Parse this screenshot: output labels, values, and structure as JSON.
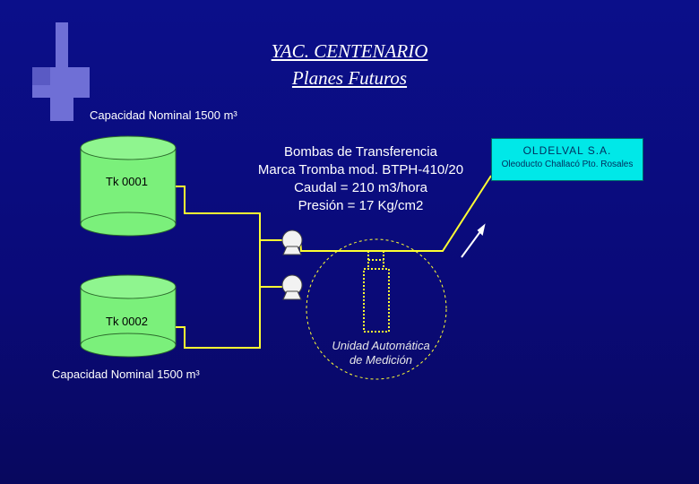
{
  "header": {
    "title_line1": "YAC. CENTENARIO",
    "title_line2": "Planes Futuros"
  },
  "tanks": [
    {
      "label": "Tk 0001",
      "capacity": "Capacidad Nominal 1500 m³"
    },
    {
      "label": "Tk 0002",
      "capacity": "Capacidad Nominal 1500 m³"
    }
  ],
  "pumps": {
    "lines": [
      "Bombas de Transferencia",
      "Marca Tromba mod. BTPH-410/20",
      "Caudal = 210 m3/hora",
      "Presión = 17 Kg/cm2"
    ]
  },
  "meter_unit": {
    "line1": "Unidad Automática",
    "line2": "de Medición"
  },
  "destination": {
    "name": "OLDELVAL S.A.",
    "route": "Oleoducto Challacó Pto. Rosales"
  },
  "colors": {
    "background": "#0a0a78",
    "tank_fill": "#7bf07b",
    "pipe": "#ffff33",
    "destination_box": "#00e8e8",
    "logo": "#6f6fd6"
  },
  "icons": {
    "logo": "ypf-style-logo-icon",
    "pump": "pump-icon",
    "flow_arrow": "arrow-up-right-icon"
  }
}
